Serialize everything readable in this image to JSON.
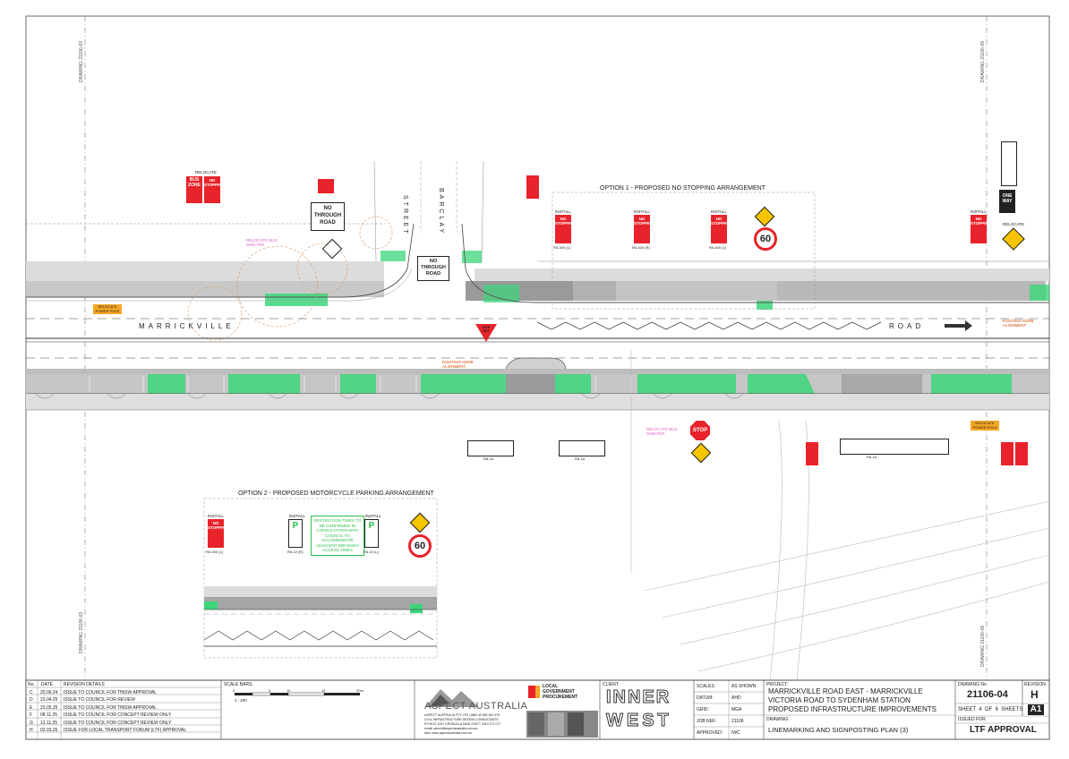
{
  "colors": {
    "paint_green": "#3bd67a",
    "kerb_grey": "#b7b7b7",
    "pavement": "#d7d7d7",
    "sign_red": "#e8232b",
    "sign_yellow": "#f6c400",
    "pink_text": "#e05ec8",
    "orange_tag": "#f5a623",
    "tree_brown": "#d39a6a",
    "green_note": "#2bbf4b"
  },
  "drawing": {
    "option1_title": "OPTION 1 - PROPOSED NO STOPPING ARRANGEMENT",
    "option2_title": "OPTION 2 - PROPOSED MOTORCYCLE PARKING ARRANGEMENT",
    "street_left": "MARRICKVILLE",
    "street_right": "ROAD",
    "street_barclay_1": "STREET",
    "street_barclay_2": "BARCLAY",
    "match_left_top": "DRAWING 21106-03",
    "match_left_bottom": "DRAWING 21106-03",
    "match_right_top": "DRAWING 21106-05",
    "match_right_bottom": "DRAWING 21106-05",
    "existing_kerb": "EXISTING KERB ALIGNMENT",
    "relocate": "RELOCATE",
    "install": "INSTALL",
    "relocate_bus_shelter": "RELOCATE BUS SHELTER",
    "relocate_power_pole": "RELOCATE POWER POLE",
    "motorcycle_note": "RESTRICTION TIMES TO BE CONFIRMED IN CONSULTATION WITH COUNCIL TO ACCOMMODATE ADJACENT DRIVEWAY ACCESS TIMES",
    "sign_no_stopping_1": "NO",
    "sign_no_stopping_2": "STOPPING",
    "sign_bus_zone_1": "BUS",
    "sign_bus_zone_2": "ZONE",
    "sign_no_through_1": "NO",
    "sign_no_through_2": "THROUGH",
    "sign_no_through_3": "ROAD",
    "sign_stop": "STOP",
    "sign_speed": "60",
    "sign_one_way_1": "ONE",
    "sign_one_way_2": "WAY",
    "sign_give_way_1": "GIVE",
    "sign_give_way_2": "WAY",
    "sign_parking": "P",
    "code_rs400l": "R5-400 (L)",
    "code_rs400r": "R5-400 (R)",
    "code_r510": "R5-10 (R)",
    "code_r510l": "R5-10 (L)",
    "code_r814": "R8-1A"
  },
  "revisions": {
    "header_no": "No.",
    "header_date": "DATE",
    "header_details": "REVISION DETAILS",
    "rows": [
      {
        "no": "C",
        "date": "20.06.24",
        "detail": "ISSUE TO COUNCIL FOR TfNSW APPROVAL"
      },
      {
        "no": "D",
        "date": "23.04.25",
        "detail": "ISSUE TO COUNCIL FOR REVIEW"
      },
      {
        "no": "E",
        "date": "23.05.25",
        "detail": "ISSUE TO COUNCIL FOR TfNSW APPROVAL"
      },
      {
        "no": "F",
        "date": "08.11.25",
        "detail": "ISSUE TO COUNCIL FOR CONCEPT REVIEW ONLY"
      },
      {
        "no": "G",
        "date": "13.11.25",
        "detail": "ISSUE TO COUNCIL FOR CONCEPT REVIEW ONLY"
      },
      {
        "no": "H",
        "date": "02.03.26",
        "detail": "ISSUE FOR LOCAL TRANSPORT FORUM (LTF) APPROVAL"
      }
    ]
  },
  "scale": {
    "label": "SCALE BARS:",
    "ticks": [
      "0",
      "5",
      "10",
      "15",
      "20m"
    ],
    "ratio": "1 : 200"
  },
  "company": {
    "name": "ASPECT AUSTRALIA",
    "line1": "ASPECT AUSTRALIA PTY LTD | ABN 40 080 381 979",
    "line2": "CIVIL INFRASTRUCTURE DESIGN CONSULTANTS",
    "line3": "PO BOX 1097 CRONULLA NSW 2230 T 0419 271 077",
    "line4": "email: admin@aspectaustralia.com.au",
    "line5": "web: www.aspectaustralia.com.au",
    "lgp_1": "LOCAL",
    "lgp_2": "GOVERNMENT",
    "lgp_3": "PROCUREMENT"
  },
  "client": {
    "label": "CLIENT:",
    "logo_1": "INNER",
    "logo_2": "WEST"
  },
  "meta": {
    "scales_label": "SCALES:",
    "scales_value": "AS SHOWN",
    "datum_label": "DATUM:",
    "datum_value": "AHD",
    "grid_label": "GRID:",
    "grid_value": "MGA",
    "jobref_label": "JOB REF:",
    "jobref_value": "21106",
    "approved_label": "APPROVED:",
    "approved_value": "IWC"
  },
  "project": {
    "label": "PROJECT:",
    "line1": "MARRICKVILLE ROAD EAST - MARRICKVILLE",
    "line2": "VICTORIA ROAD TO SYDENHAM STATION",
    "line3": "PROPOSED INFRASTRUCTURE IMPROVEMENTS",
    "drawing_label": "DRAWING:",
    "drawing_title": "LINEMARKING AND SIGNPOSTING PLAN (3)"
  },
  "sheet": {
    "drawing_no_label": "DRAWING No",
    "drawing_no": "21106-04",
    "revision_label": "REVISION",
    "revision": "H",
    "sheet_text": "SHEET  4  OF  6  SHEETS",
    "size": "A1",
    "issued_label": "ISSUED FOR:",
    "issued_value": "LTF APPROVAL"
  }
}
